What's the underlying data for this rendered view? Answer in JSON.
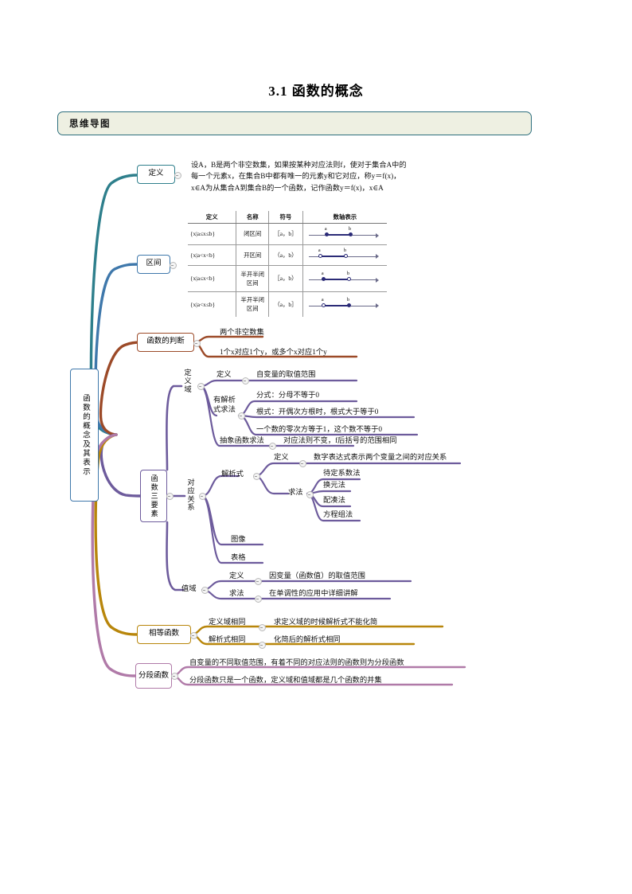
{
  "document": {
    "title": "3.1 函数的概念",
    "section_header": "思维导图"
  },
  "mindmap": {
    "root": "函数的概念及其表示",
    "branches": {
      "definition": {
        "node": "定义",
        "color": "#2e7f8c",
        "text_lines": [
          "设A，B是两个非空数集，如果按某种对应法则f，使对于集合A中的",
          "每一个元素x，在集合B中都有唯一的元素y和它对应，称y＝f(x)，",
          "x∈A为从集合A到集合B的一个函数，记作函数y＝f(x)，x∈A"
        ]
      },
      "interval": {
        "node": "区间",
        "color": "#3f78ab",
        "table": {
          "headers": [
            "定义",
            "名称",
            "符号",
            "数轴表示"
          ],
          "rows": [
            {
              "def": "{x|a≤x≤b}",
              "name": "闭区间",
              "symbol": "［a，b］",
              "left": "a",
              "right": "b",
              "left_type": "fill",
              "right_type": "fill"
            },
            {
              "def": "{x|a<x<b}",
              "name": "开区间",
              "symbol": "（a，b）",
              "left": "a",
              "right": "b",
              "left_type": "open",
              "right_type": "open"
            },
            {
              "def": "{x|a≤x<b}",
              "name": "半开半闭区间",
              "symbol": "［a，b）",
              "left": "a",
              "right": "b",
              "left_type": "fill",
              "right_type": "open"
            },
            {
              "def": "{x|a<x≤b}",
              "name": "半开半闭区间",
              "symbol": "（a，b］",
              "left": "a",
              "right": "b",
              "left_type": "open",
              "right_type": "fill"
            }
          ]
        }
      },
      "judgement": {
        "node": "函数的判断",
        "color": "#9c4a28",
        "items": [
          "两个非空数集",
          "1个x对应1个y，或多个x对应1个y"
        ]
      },
      "three_elements": {
        "node": "函数三要素",
        "color": "#6d5b9c",
        "domain": {
          "label": "定义域",
          "definition_label": "定义",
          "definition_value": "自变量的取值范围",
          "methods_label": "有解析式求法",
          "methods": [
            "分式：分母不等于0",
            "根式：开偶次方根时，根式大于等于0",
            "一个数的零次方等于1，这个数不等于0"
          ],
          "abstract_label": "抽象函数求法",
          "abstract_value": "对应法则不变，f后括号的范围相同"
        },
        "correspondence": {
          "label": "对应关系",
          "expression": {
            "label": "解析式",
            "definition_label": "定义",
            "definition_value": "数字表达式表示两个变量之间的对应关系",
            "methods_label": "求法",
            "methods": [
              "待定系数法",
              "换元法",
              "配凑法",
              "方程组法"
            ]
          },
          "graph": "图像",
          "table": "表格"
        },
        "range": {
          "label": "值域",
          "definition_label": "定义",
          "definition_value": "因变量（函数值）的取值范围",
          "methods_label": "求法",
          "methods_value": "在单调性的应用中详细讲解"
        }
      },
      "equal_functions": {
        "node": "相等函数",
        "color": "#b8860b",
        "items": [
          {
            "label": "定义域相同",
            "value": "求定义域的时候解析式不能化简"
          },
          {
            "label": "解析式相同",
            "value": "化简后的解析式相同"
          }
        ]
      },
      "piecewise": {
        "node": "分段函数",
        "color": "#b07aa8",
        "items": [
          "自变量的不同取值范围，有着不同的对应法则的函数则为分段函数",
          "分段函数只是一个函数，定义域和值域都是几个函数的并集"
        ]
      }
    }
  }
}
